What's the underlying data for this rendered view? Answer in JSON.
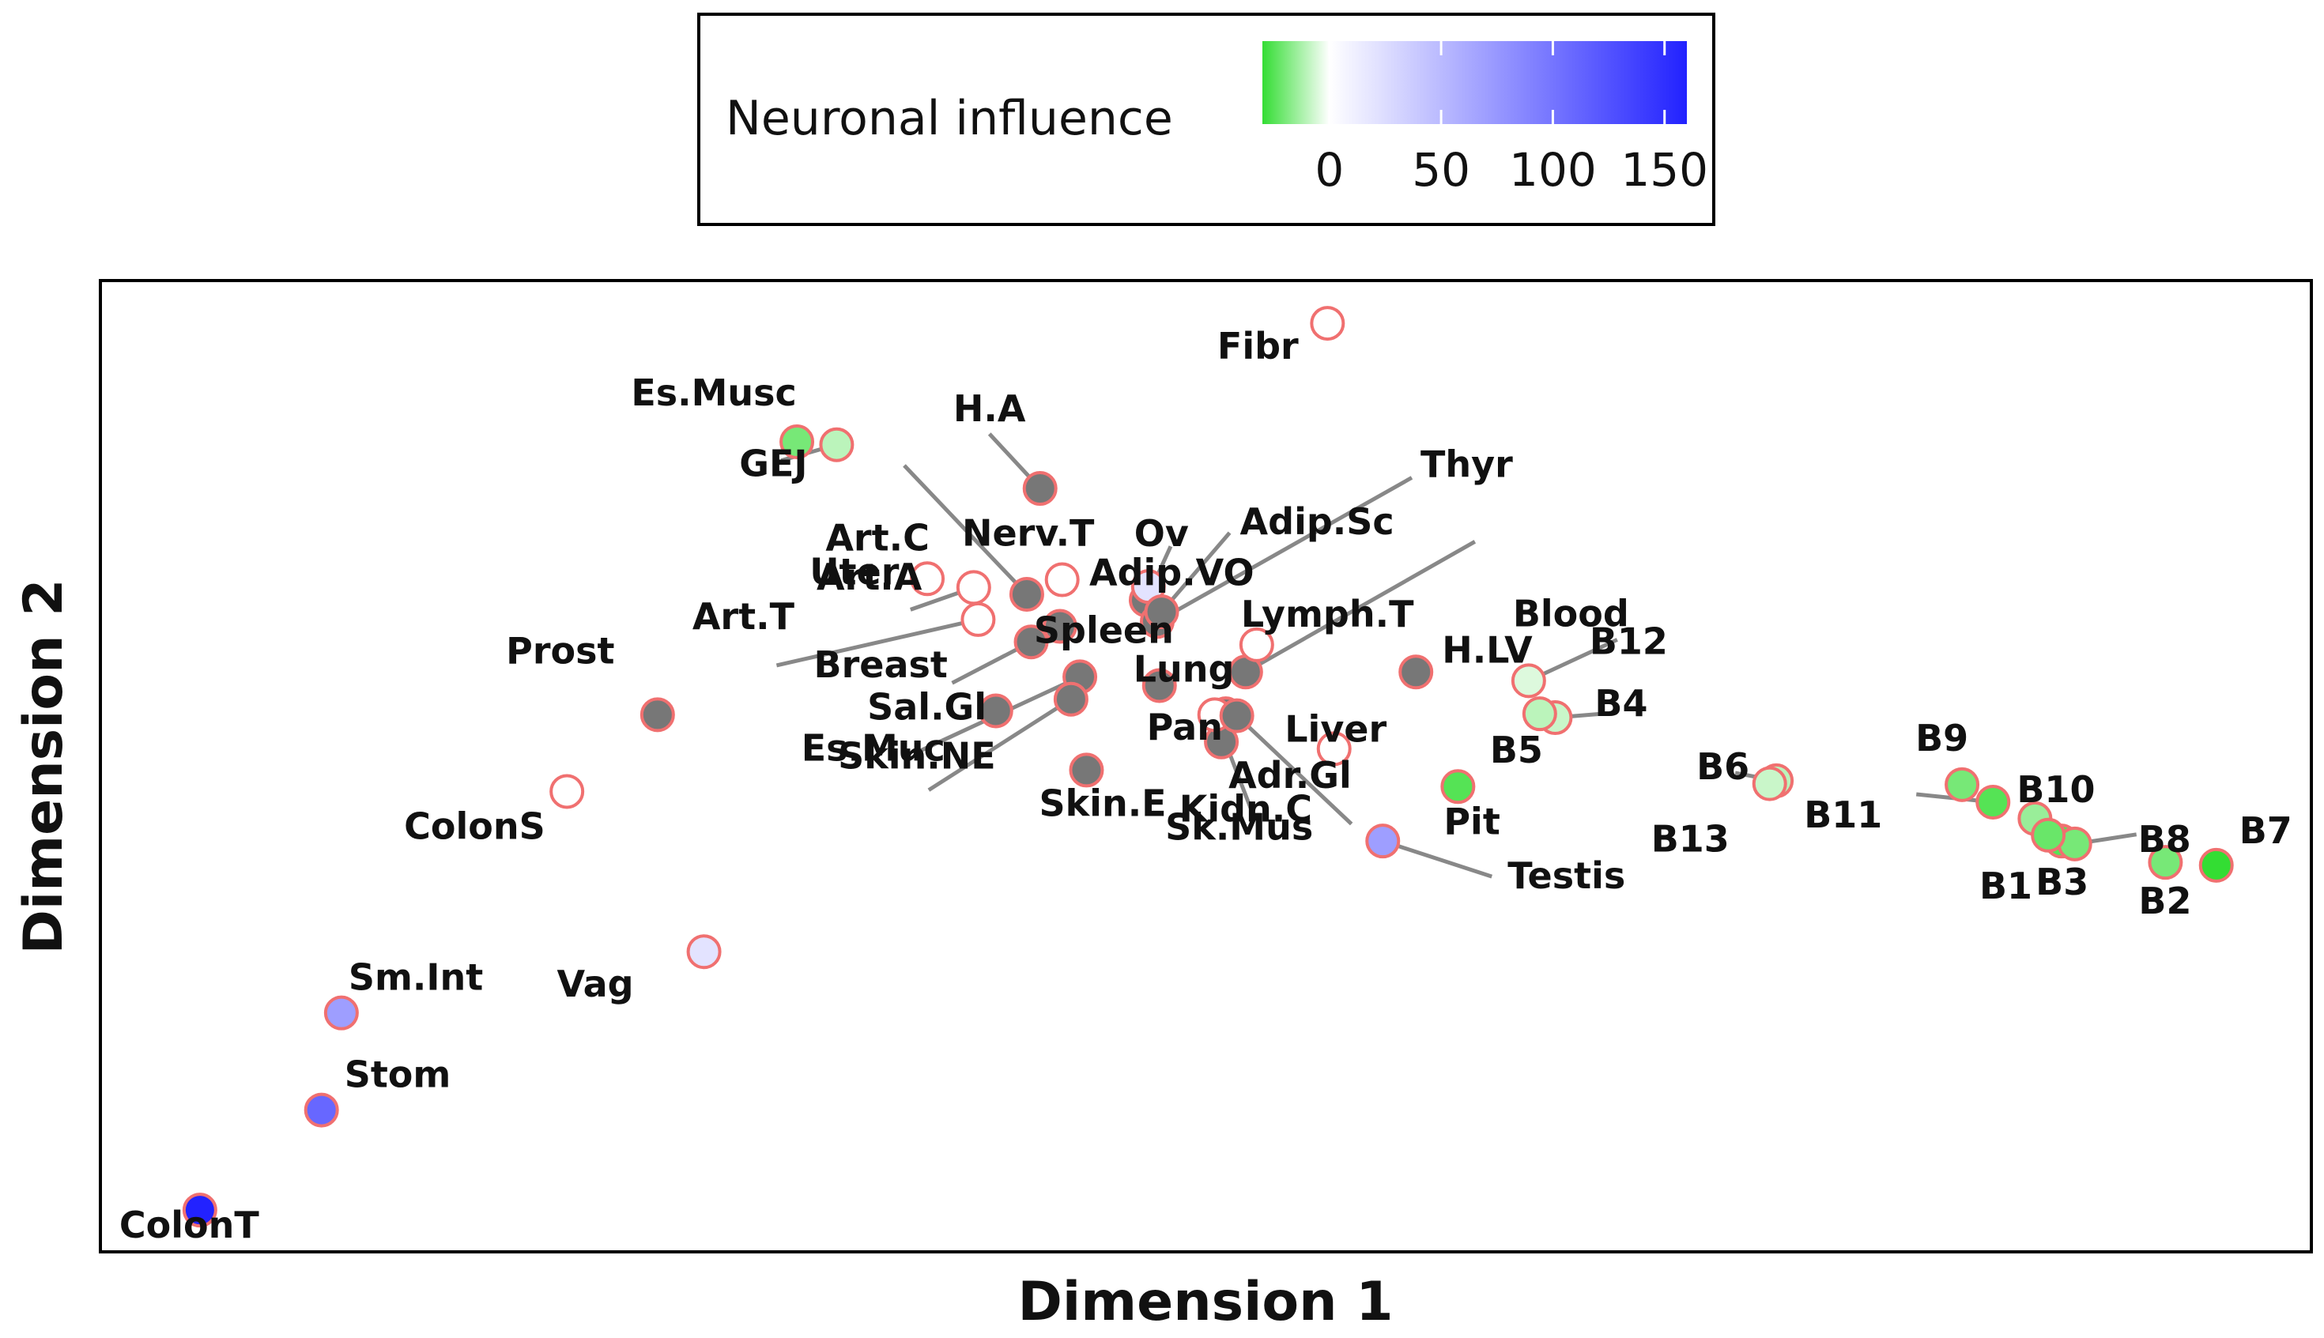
{
  "chart_data": {
    "type": "scatter",
    "xlabel": "Dimension 1",
    "ylabel": "Dimension 2",
    "xlim": [
      0,
      1000
    ],
    "ylim": [
      0,
      1000
    ],
    "grid": false,
    "legend": {
      "title": "Neuronal influence",
      "placement": "top-center",
      "type": "colorbar",
      "range": [
        -30,
        160
      ],
      "ticks": [
        0,
        50,
        100,
        150
      ],
      "tick_labels": [
        "0",
        "50",
        "100",
        "150"
      ],
      "colors": [
        "#33dd33",
        "#ffffff",
        "#2222ff"
      ]
    },
    "colors": {
      "gray_fill": "#777777",
      "marker_edge": "#f07070",
      "leader_line": "#888888",
      "frame": "#000000"
    },
    "points": [
      {
        "label": "Fibr",
        "x": 555,
        "y": 956,
        "value": 0
      },
      {
        "label": "Es.Musc",
        "x": 315,
        "y": 834,
        "value": -20
      },
      {
        "label": "GEJ",
        "x": 333,
        "y": 831,
        "value": -10
      },
      {
        "label": "H.A",
        "x": 425,
        "y": 786,
        "value": null
      },
      {
        "label": "Art.A",
        "x": 419,
        "y": 677,
        "value": null
      },
      {
        "label": "Adip.VO",
        "x": 473,
        "y": 671,
        "value": null
      },
      {
        "label": "Ov",
        "x": 474,
        "y": 685,
        "value": 20
      },
      {
        "label": "Thyr",
        "x": 478,
        "y": 649,
        "value": null
      },
      {
        "label": "Adip.Sc",
        "x": 480,
        "y": 659,
        "value": null
      },
      {
        "label": "Blood",
        "x": 518,
        "y": 597,
        "value": null
      },
      {
        "label": "Art.C",
        "x": 374,
        "y": 693,
        "value": 0
      },
      {
        "label": "Nerv.T",
        "x": 435,
        "y": 692,
        "value": 0
      },
      {
        "label": "Uter",
        "x": 395,
        "y": 684,
        "value": 0
      },
      {
        "label": "Art.T",
        "x": 397,
        "y": 651,
        "value": 0
      },
      {
        "label": "Spleen",
        "x": 434,
        "y": 644,
        "value": null
      },
      {
        "label": "Breast",
        "x": 421,
        "y": 628,
        "value": null
      },
      {
        "label": "Lymph.T",
        "x": 523,
        "y": 625,
        "value": 0
      },
      {
        "label": "H.LV",
        "x": 595,
        "y": 597,
        "value": null
      },
      {
        "label": "Lung",
        "x": 479,
        "y": 583,
        "value": null
      },
      {
        "label": "Liver",
        "x": 558,
        "y": 518,
        "value": 0
      },
      {
        "label": "Prost",
        "x": 252,
        "y": 553,
        "value": null
      },
      {
        "label": "Sal.Gl",
        "x": 443,
        "y": 592,
        "value": null
      },
      {
        "label": "Es.Muc",
        "x": 405,
        "y": 557,
        "value": null
      },
      {
        "label": "Pan",
        "x": 509,
        "y": 554,
        "value": null
      },
      {
        "label": "Skin.NE",
        "x": 439,
        "y": 569,
        "value": null
      },
      {
        "label": "Adr.Gl",
        "x": 507,
        "y": 525,
        "value": null
      },
      {
        "label": "Skin.E",
        "x": 446,
        "y": 496,
        "value": null
      },
      {
        "label": "Kidn.C",
        "x": 504,
        "y": 553,
        "value": 0
      },
      {
        "label": "Sk.Mus",
        "x": 514,
        "y": 552,
        "value": null
      },
      {
        "label": "Pit",
        "x": 614,
        "y": 479,
        "value": -25
      },
      {
        "label": "Testis",
        "x": 580,
        "y": 423,
        "value": 70
      },
      {
        "label": "ColonS",
        "x": 211,
        "y": 474,
        "value": 0
      },
      {
        "label": "Vag",
        "x": 273,
        "y": 309,
        "value": 20
      },
      {
        "label": "Sm.Int",
        "x": 109,
        "y": 246,
        "value": 70
      },
      {
        "label": "Stom",
        "x": 100,
        "y": 146,
        "value": 110
      },
      {
        "label": "ColonT",
        "x": 45,
        "y": 43,
        "value": 160
      },
      {
        "label": "B12",
        "x": 646,
        "y": 588,
        "value": -5
      },
      {
        "label": "B4",
        "x": 658,
        "y": 550,
        "value": -8
      },
      {
        "label": "B5",
        "x": 651,
        "y": 554,
        "value": -10
      },
      {
        "label": "B6",
        "x": 758,
        "y": 485,
        "value": -10
      },
      {
        "label": "B13",
        "x": 755,
        "y": 482,
        "value": -8
      },
      {
        "label": "B9",
        "x": 842,
        "y": 481,
        "value": -20
      },
      {
        "label": "B10",
        "x": 875,
        "y": 446,
        "value": -15
      },
      {
        "label": "B11",
        "x": 856,
        "y": 463,
        "value": -25
      },
      {
        "label": "B1",
        "x": 887,
        "y": 423,
        "value": -25
      },
      {
        "label": "B8",
        "x": 893,
        "y": 420,
        "value": -20
      },
      {
        "label": "B3",
        "x": 881,
        "y": 429,
        "value": -22
      },
      {
        "label": "B2",
        "x": 934,
        "y": 401,
        "value": -20
      },
      {
        "label": "B7",
        "x": 957,
        "y": 398,
        "value": -30
      }
    ]
  }
}
